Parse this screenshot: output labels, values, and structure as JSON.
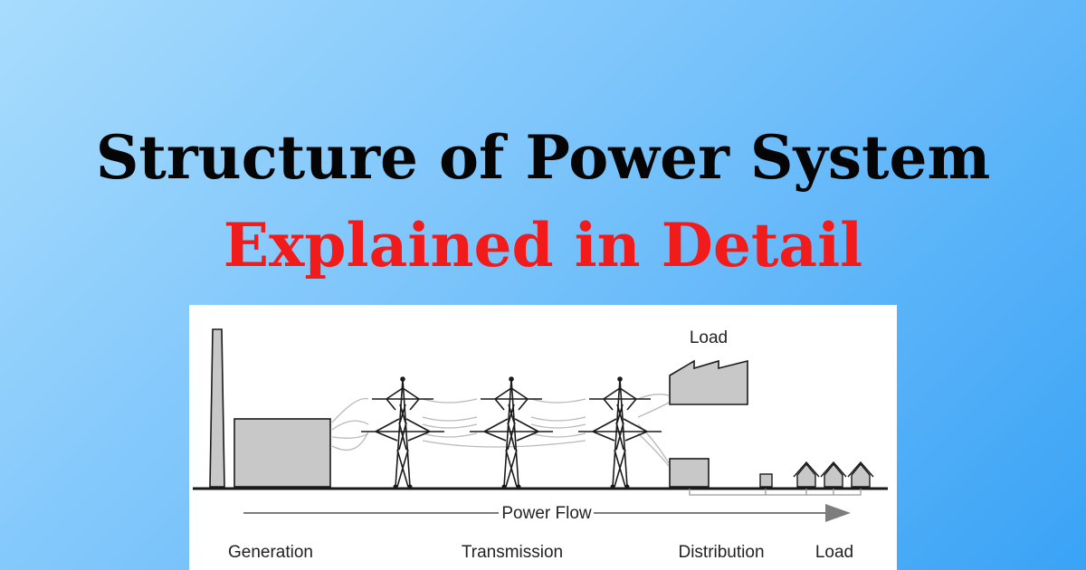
{
  "heading": {
    "line1": "Structure of Power System",
    "line2": "Explained in Detail"
  },
  "colors": {
    "title_line1": "#050505",
    "title_line2": "#f21b1b",
    "background_start": "#a8dcfd",
    "background_end": "#3aa3f6",
    "structure_fill": "#c8c8c8"
  },
  "diagram": {
    "top_load_label": "Load",
    "flow_label": "Power Flow",
    "stages": [
      "Generation",
      "Transmission",
      "Distribution",
      "Load"
    ]
  }
}
